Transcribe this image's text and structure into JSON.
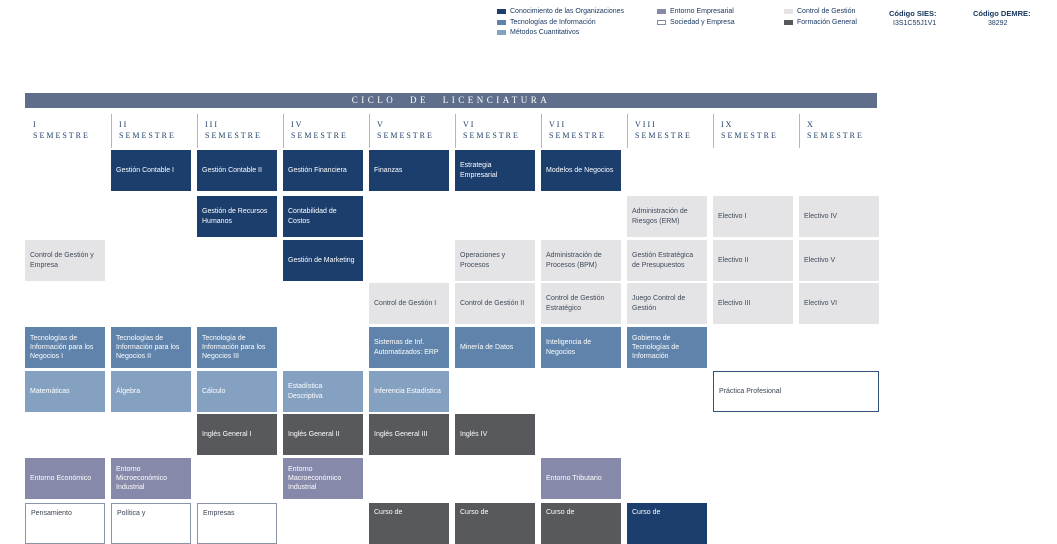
{
  "title": "CICLO DE LICENCIATURA",
  "palette": {
    "org": "#1b3e6d",
    "ti": "#5f83aa",
    "mc": "#85a1c1",
    "ee": "#8689aa",
    "se": "#ffffff",
    "cg": "#e4e4e7",
    "fg": "#58595c",
    "practica": "#ffffff",
    "titlebar": "#5e6e8b"
  },
  "legend": {
    "items": [
      {
        "label": "Conocimiento de las Organizaciones",
        "cat": "org",
        "col": 1
      },
      {
        "label": "Tecnologías de Información",
        "cat": "ti",
        "col": 1
      },
      {
        "label": "Métodos Cuantitativos",
        "cat": "mc",
        "col": 1
      },
      {
        "label": "Entorno Empresarial",
        "cat": "ee",
        "col": 2
      },
      {
        "label": "Sociedad y Empresa",
        "cat": "se",
        "col": 2
      },
      {
        "label": "Control de Gestión",
        "cat": "cg",
        "col": 3
      },
      {
        "label": "Formación General",
        "cat": "fg",
        "col": 3
      }
    ]
  },
  "codes": {
    "sies_label": "Código SIES:",
    "sies_value": "I3S1C55J1V1",
    "demre_label": "Código DEMRE:",
    "demre_value": "38292"
  },
  "semesters": [
    {
      "numeral": "I",
      "word": "SEMESTRE"
    },
    {
      "numeral": "II",
      "word": "SEMESTRE"
    },
    {
      "numeral": "III",
      "word": "SEMESTRE"
    },
    {
      "numeral": "IV",
      "word": "SEMESTRE"
    },
    {
      "numeral": "V",
      "word": "SEMESTRE"
    },
    {
      "numeral": "VI",
      "word": "SEMESTRE"
    },
    {
      "numeral": "VII",
      "word": "SEMESTRE"
    },
    {
      "numeral": "VIII",
      "word": "SEMESTRE"
    },
    {
      "numeral": "IX",
      "word": "SEMESTRE"
    },
    {
      "numeral": "X",
      "word": "SEMESTRE"
    }
  ],
  "courses": [
    {
      "name": "Gestión Contable I",
      "cat": "org",
      "col": 2,
      "row": 1
    },
    {
      "name": "Gestión Contable II",
      "cat": "org",
      "col": 3,
      "row": 1
    },
    {
      "name": "Gestión Financiera",
      "cat": "org",
      "col": 4,
      "row": 1
    },
    {
      "name": "Finanzas",
      "cat": "org",
      "col": 5,
      "row": 1
    },
    {
      "name": "Estrategia Empresarial",
      "cat": "org",
      "col": 6,
      "row": 1
    },
    {
      "name": "Modelos de Negocios",
      "cat": "org",
      "col": 7,
      "row": 1
    },
    {
      "name": "Gestión de Recursos Humanos",
      "cat": "org",
      "col": 3,
      "row": 2
    },
    {
      "name": "Contabilidad de Costos",
      "cat": "org",
      "col": 4,
      "row": 2
    },
    {
      "name": "Administración de Riesgos (ERM)",
      "cat": "cg",
      "col": 8,
      "row": 2
    },
    {
      "name": "Electivo I",
      "cat": "cg",
      "col": 9,
      "row": 2
    },
    {
      "name": "Electivo IV",
      "cat": "cg",
      "col": 10,
      "row": 2
    },
    {
      "name": "Control de Gestión y Empresa",
      "cat": "cg",
      "col": 1,
      "row": 3
    },
    {
      "name": "Gestión de Marketing",
      "cat": "org",
      "col": 4,
      "row": 3
    },
    {
      "name": "Operaciones y Procesos",
      "cat": "cg",
      "col": 6,
      "row": 3
    },
    {
      "name": "Administración de Procesos (BPM)",
      "cat": "cg",
      "col": 7,
      "row": 3
    },
    {
      "name": "Gestión Estratégica de Presupuestos",
      "cat": "cg",
      "col": 8,
      "row": 3
    },
    {
      "name": "Electivo II",
      "cat": "cg",
      "col": 9,
      "row": 3
    },
    {
      "name": "Electivo V",
      "cat": "cg",
      "col": 10,
      "row": 3
    },
    {
      "name": "Control de Gestión I",
      "cat": "cg",
      "col": 5,
      "row": 4
    },
    {
      "name": "Control de Gestión II",
      "cat": "cg",
      "col": 6,
      "row": 4
    },
    {
      "name": "Control de Gestión Estratégico",
      "cat": "cg",
      "col": 7,
      "row": 4
    },
    {
      "name": "Juego Control de Gestión",
      "cat": "cg",
      "col": 8,
      "row": 4
    },
    {
      "name": "Electivo III",
      "cat": "cg",
      "col": 9,
      "row": 4
    },
    {
      "name": "Electivo VI",
      "cat": "cg",
      "col": 10,
      "row": 4
    },
    {
      "name": "Tecnologías de Información para los Negocios I",
      "cat": "ti",
      "col": 1,
      "row": 5
    },
    {
      "name": "Tecnologías de Información para los Negocios II",
      "cat": "ti",
      "col": 2,
      "row": 5
    },
    {
      "name": "Tecnología de Información para los Negocios III",
      "cat": "ti",
      "col": 3,
      "row": 5
    },
    {
      "name": "Sistemas de Inf. Automatizados: ERP",
      "cat": "ti",
      "col": 5,
      "row": 5
    },
    {
      "name": "Minería de Datos",
      "cat": "ti",
      "col": 6,
      "row": 5
    },
    {
      "name": "Inteligencia de Negocios",
      "cat": "ti",
      "col": 7,
      "row": 5
    },
    {
      "name": "Gobierno de Tecnologías de Información",
      "cat": "ti",
      "col": 8,
      "row": 5
    },
    {
      "name": "Matemáticas",
      "cat": "mc",
      "col": 1,
      "row": 6
    },
    {
      "name": "Álgebra",
      "cat": "mc",
      "col": 2,
      "row": 6
    },
    {
      "name": "Cálculo",
      "cat": "mc",
      "col": 3,
      "row": 6
    },
    {
      "name": "Estadística Descriptiva",
      "cat": "mc",
      "col": 4,
      "row": 6
    },
    {
      "name": "Inferencia Estadística",
      "cat": "mc",
      "col": 5,
      "row": 6
    },
    {
      "name": "Práctica Profesional",
      "cat": "practica",
      "col": 9,
      "row": 6,
      "span": 2
    },
    {
      "name": "Inglés General I",
      "cat": "fg",
      "col": 3,
      "row": 7
    },
    {
      "name": "Inglés General II",
      "cat": "fg",
      "col": 4,
      "row": 7
    },
    {
      "name": "Inglés General III",
      "cat": "fg",
      "col": 5,
      "row": 7
    },
    {
      "name": "Inglés IV",
      "cat": "fg",
      "col": 6,
      "row": 7
    },
    {
      "name": "Entorno Económico",
      "cat": "ee",
      "col": 1,
      "row": 8
    },
    {
      "name": "Entorno Microeconómico Industrial",
      "cat": "ee",
      "col": 2,
      "row": 8
    },
    {
      "name": "Entorno Macroeconómico Industrial",
      "cat": "ee",
      "col": 4,
      "row": 8
    },
    {
      "name": "Entorno Tributario",
      "cat": "ee",
      "col": 7,
      "row": 8
    },
    {
      "name": "Pensamiento",
      "cat": "se",
      "col": 1,
      "row": 9
    },
    {
      "name": "Política y",
      "cat": "se",
      "col": 2,
      "row": 9
    },
    {
      "name": "Empresas",
      "cat": "se",
      "col": 3,
      "row": 9
    },
    {
      "name": "Curso de",
      "cat": "fg",
      "col": 5,
      "row": 9
    },
    {
      "name": "Curso de",
      "cat": "fg",
      "col": 6,
      "row": 9
    },
    {
      "name": "Curso de",
      "cat": "fg",
      "col": 7,
      "row": 9
    },
    {
      "name": "Curso de",
      "cat": "org",
      "col": 8,
      "row": 9
    }
  ]
}
